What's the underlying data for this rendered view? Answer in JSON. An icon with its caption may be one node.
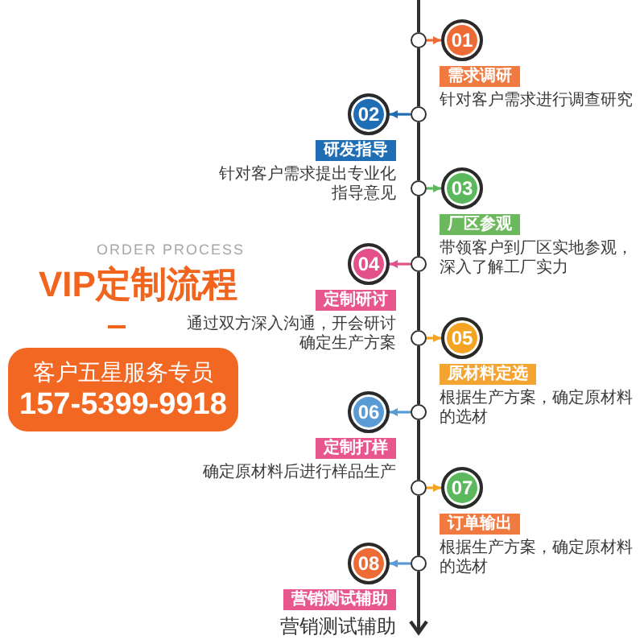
{
  "diagram": {
    "title": "VIP定制流程",
    "nodes": [
      {
        "text": [
          "客户五星服务专员",
          "157-5399-9918"
        ]
      },
      {
        "text": [],
        "shape": "circle"
      },
      {
        "text": [
          "01"
        ]
      },
      {
        "text": [
          "需求调研"
        ],
        "beside": [
          "针对客户需求进行调查研究"
        ]
      },
      {
        "text": [],
        "shape": "circle"
      },
      {
        "text": [
          "02"
        ]
      },
      {
        "text": [
          "研发指导"
        ],
        "beside": [
          "针对客户需求提出专业化指导意见"
        ]
      },
      {
        "text": [],
        "shape": "circle"
      },
      {
        "text": [
          "03"
        ]
      },
      {
        "text": [
          "厂区参观"
        ],
        "beside": [
          "带领客户到厂区实地参观，深入了解工厂实力"
        ]
      },
      {
        "text": [],
        "shape": "circle"
      },
      {
        "text": [
          "04"
        ]
      },
      {
        "text": [
          "定制研讨"
        ],
        "beside": [
          "通过双方深入沟通，开会研讨确定生产方案"
        ]
      },
      {
        "text": [],
        "shape": "circle"
      },
      {
        "text": [
          "05"
        ]
      },
      {
        "text": [
          "原材料定选"
        ],
        "beside": [
          "根据生产方案，确定原材料的选材"
        ]
      },
      {
        "text": [],
        "shape": "circle"
      },
      {
        "text": [
          "06"
        ]
      },
      {
        "text": [
          "定制打样"
        ],
        "beside": [
          "确定原材料后进行样品生产"
        ]
      },
      {
        "text": [],
        "shape": "circle"
      },
      {
        "text": [
          "07"
        ]
      },
      {
        "text": [
          "订单输出"
        ],
        "beside": [
          "根据生产方案，确定原材料的选材"
        ]
      },
      {
        "text": [],
        "shape": "circle"
      },
      {
        "text": [
          "08"
        ]
      },
      {
        "text": [
          "营销测试辅助"
        ],
        "beside": [
          "营销测试辅助"
        ]
      }
    ],
    "edges": [
      {
        "from": null,
        "to": 1,
        "arrow": "none"
      },
      {
        "from": 1,
        "to": 2,
        "arrow": "to",
        "color": "#ef6b35"
      },
      {
        "from": 1,
        "to": 4,
        "arrow": "none"
      },
      {
        "from": 4,
        "to": 5,
        "arrow": "to",
        "color": "#1f6db5"
      },
      {
        "from": 4,
        "to": 7,
        "arrow": "none"
      },
      {
        "from": 7,
        "to": 8,
        "arrow": "to",
        "color": "#5cb85c"
      },
      {
        "from": 7,
        "to": 10,
        "arrow": "none"
      },
      {
        "from": 10,
        "to": 11,
        "arrow": "to",
        "color": "#e4508a"
      },
      {
        "from": 10,
        "to": 13,
        "arrow": "none"
      },
      {
        "from": 13,
        "to": 14,
        "arrow": "to",
        "color": "#f4a322"
      },
      {
        "from": 13,
        "to": 16,
        "arrow": "none"
      },
      {
        "from": 16,
        "to": 17,
        "arrow": "to",
        "color": "#5b9bd5"
      },
      {
        "from": 16,
        "to": 19,
        "arrow": "none"
      },
      {
        "from": 19,
        "to": 20,
        "arrow": "to",
        "color": "#f4a322"
      },
      {
        "from": 19,
        "to": 22,
        "arrow": "none"
      },
      {
        "from": 22,
        "to": 23,
        "arrow": "to",
        "color": "#5b9bd5"
      }
    ],
    "labels": [
      "ORDER PROCESS"
    ]
  }
}
